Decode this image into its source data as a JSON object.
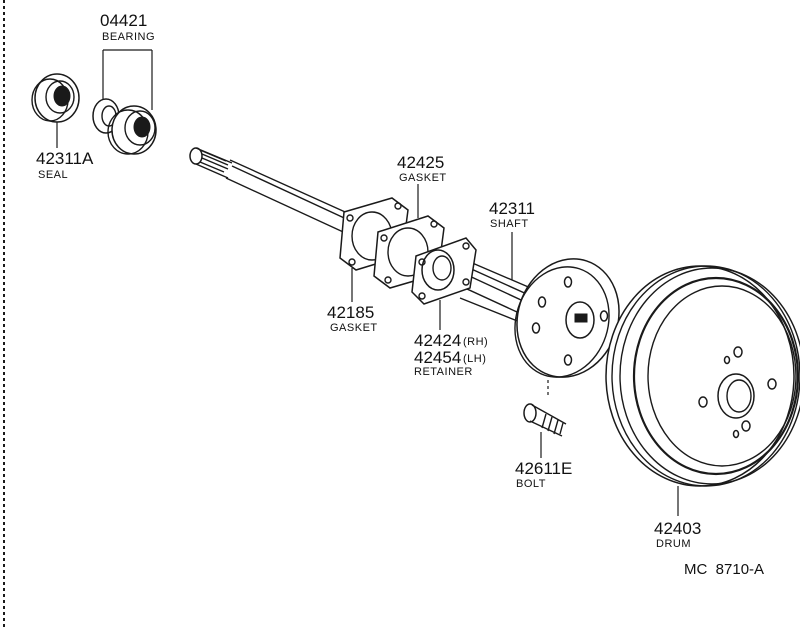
{
  "diagram_code": "MC  8710-A",
  "parts": {
    "bearing": {
      "number": "04421",
      "name": "BEARING"
    },
    "seal": {
      "number": "42311A",
      "name": "SEAL"
    },
    "gasket_outer": {
      "number": "42425",
      "name": "GASKET"
    },
    "shaft": {
      "number": "42311",
      "name": "SHAFT"
    },
    "gasket_inner": {
      "number": "42185",
      "name": "GASKET"
    },
    "retainer": {
      "number_rh": "42424",
      "side_rh": "(RH)",
      "number_lh": "42454",
      "side_lh": "(LH)",
      "name": "RETAINER"
    },
    "bolt": {
      "number": "42611E",
      "name": "BOLT"
    },
    "drum": {
      "number": "42403",
      "name": "DRUM"
    }
  }
}
